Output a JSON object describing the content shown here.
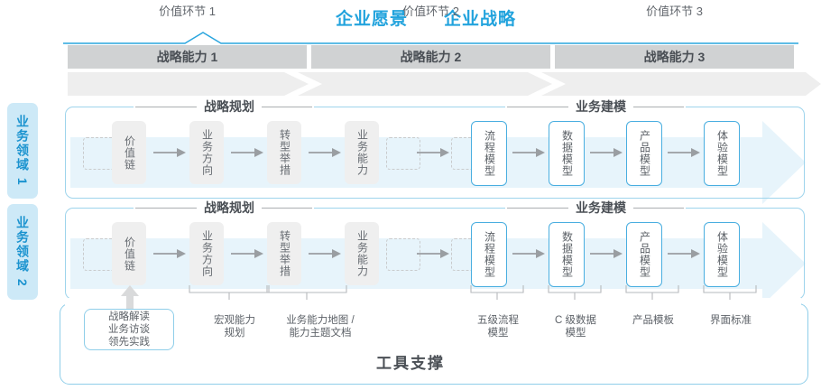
{
  "header": {
    "vision": "企业愿景",
    "strategy": "企业战略",
    "accent_color": "#22a3dd"
  },
  "capability_band": {
    "band_color": "#d0d2d3",
    "items": [
      {
        "label": "战略能力 1"
      },
      {
        "label": "战略能力 2"
      },
      {
        "label": "战略能力 3"
      }
    ]
  },
  "value_band": {
    "band_color": "#eeeeee",
    "items": [
      {
        "label": "价值环节 1"
      },
      {
        "label": "价值环节 2"
      },
      {
        "label": "价值环节 3"
      }
    ]
  },
  "domains": [
    {
      "label": "业务领域 1",
      "tab_color": "#cde9f7",
      "text_color": "#1b93cf"
    },
    {
      "label": "业务领域 2",
      "tab_color": "#cde9f7",
      "text_color": "#1b93cf"
    }
  ],
  "groups": {
    "planning": "战略规划",
    "modeling": "业务建模"
  },
  "nodes": {
    "planning": [
      {
        "label": "价值链",
        "style": "gray"
      },
      {
        "label": "业务方向",
        "style": "gray"
      },
      {
        "label": "转型举措",
        "style": "gray"
      },
      {
        "label": "业务能力",
        "style": "gray"
      }
    ],
    "modeling": [
      {
        "label": "流程模型",
        "style": "blue"
      },
      {
        "label": "数据模型",
        "style": "blue"
      },
      {
        "label": "产品模型",
        "style": "blue"
      },
      {
        "label": "体验模型",
        "style": "blue"
      }
    ]
  },
  "tools": {
    "title": "工具支撑",
    "highlight_box": "战略解读\n业务访谈\n领先实践",
    "highlight_lines": [
      "战略解读",
      "业务访谈",
      "领先实践"
    ],
    "labels": [
      {
        "line1": "宏观能力",
        "line2": "规划"
      },
      {
        "line1": "业务能力地图 /",
        "line2": "能力主题文档"
      },
      {
        "line1": "五级流程",
        "line2": "模型"
      },
      {
        "line1": "C 级数据",
        "line2": "模型"
      },
      {
        "line1": "产品模板",
        "line2": ""
      },
      {
        "line1": "界面标准",
        "line2": ""
      }
    ]
  }
}
